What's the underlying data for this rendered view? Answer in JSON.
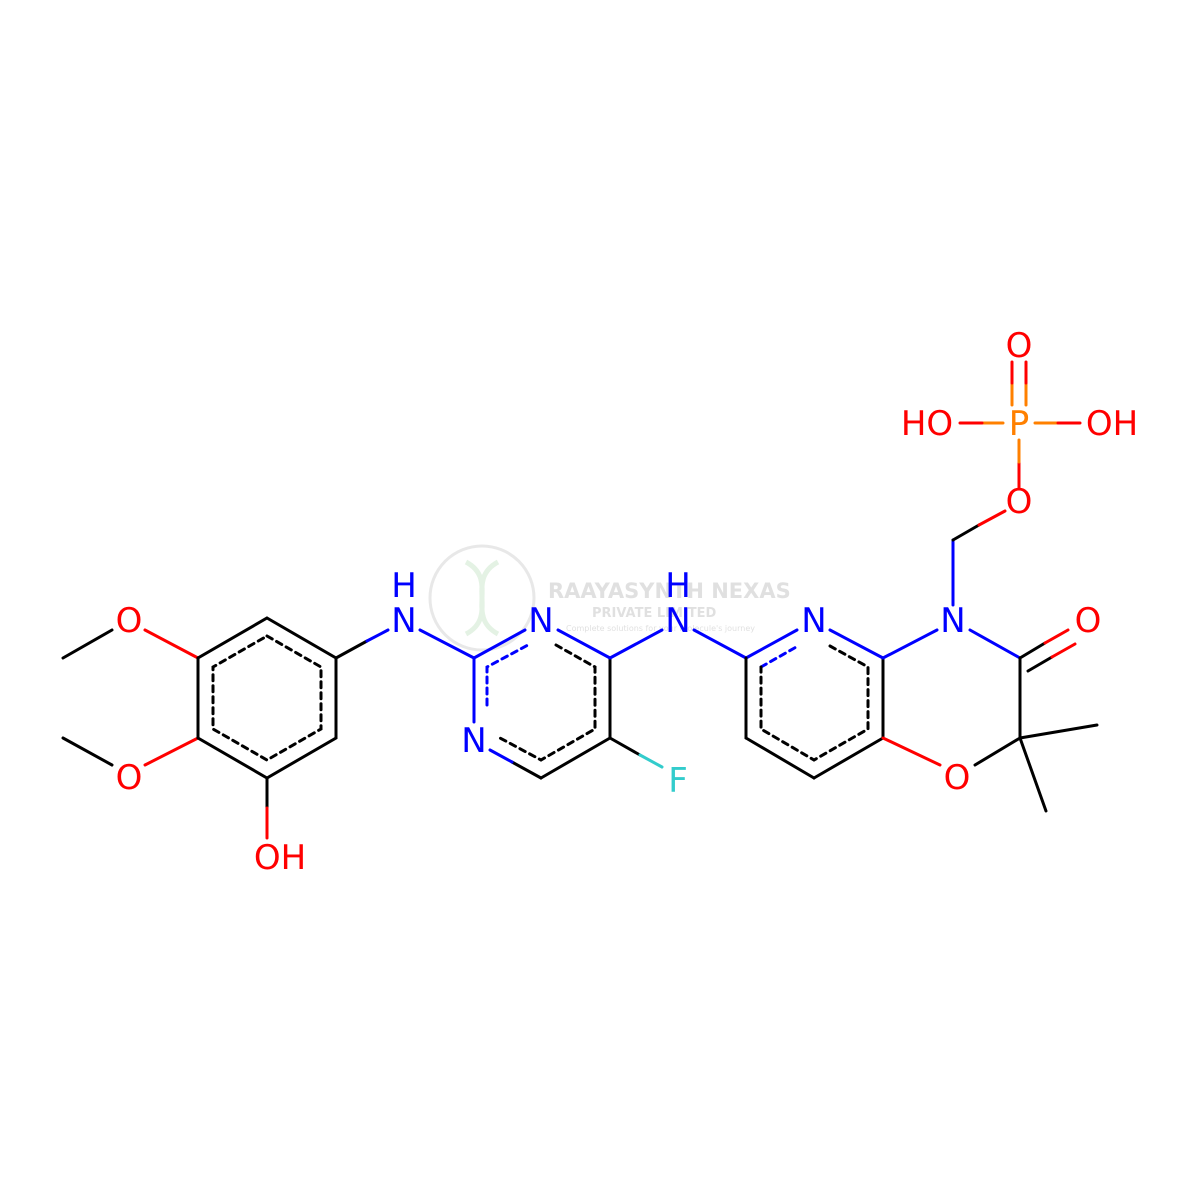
{
  "watermark": {
    "name": "RAAYASYNTH NEXAS",
    "sub": "PRIVATE LIMITED",
    "tagline": "Complete solutions for your molecule's journey",
    "logo_icon": "dna-helix-icon"
  },
  "colors": {
    "carbon": "#000000",
    "nitrogen": "#0000ff",
    "oxygen": "#ff0000",
    "fluorine": "#33cccc",
    "phosphorus": "#ff8000",
    "watermark": "#c8c8c8"
  },
  "atoms": {
    "o_methoxy_top": "O",
    "o_methoxy_mid": "O",
    "oh_phenol": "OH",
    "nh_left_h": "H",
    "nh_left_n": "N",
    "n_pyrimidine_top": "N",
    "n_pyrimidine_bottom": "N",
    "nh_right_h": "H",
    "nh_right_n": "N",
    "f": "F",
    "n_pyridine": "N",
    "n_oxazine": "N",
    "o_ketone": "O",
    "o_ring": "O",
    "o_ether": "O",
    "p": "P",
    "o_phosphoryl": "O",
    "ho_left": "HO",
    "oh_right": "OH"
  }
}
